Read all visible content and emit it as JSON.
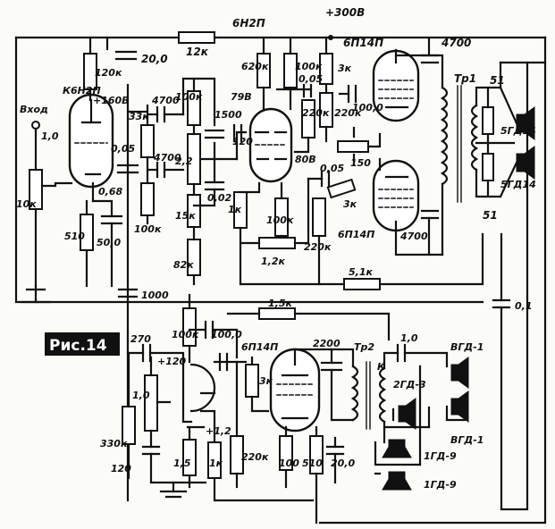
{
  "figure_label": "Рис.14",
  "supply_label": "+300В",
  "input_label": "Вход",
  "top_labels": {
    "r_feedback_top": "12к",
    "c_top_filter": "20,0",
    "tube_phase": "6Н2П",
    "tubes_out": "6П14П",
    "c_out_top": "4700",
    "transformer_1": "Тр1",
    "r_51_top": "51",
    "r_51_bottom": "51"
  },
  "left_block": {
    "tube_input": "К6Н2П",
    "r_plate": "120к",
    "v_plate": "+160В",
    "c_input": "1,0",
    "pot_input": "10к",
    "c_cathode": "0,05",
    "v_cathode": "0,68",
    "r_cathode": "510",
    "c_cathode_bypass": "50,0"
  },
  "tone_block": {
    "r_33k": "33к",
    "c_4700_a": "4700",
    "r_100k_a": "100к",
    "c_4700_b": "4700",
    "r_100k_b": "100к",
    "c_1500": "1500",
    "v_22": "2,2",
    "r_15k": "15к",
    "c_002": "0,02",
    "r_82k": "82к"
  },
  "phase_block": {
    "r_620k": "620к",
    "r_100k_plate": "100к",
    "c_005_a": "0,05",
    "v_79": "79В",
    "c_120": "120",
    "r_220k_mid": "220к",
    "v_80": "80В",
    "r_1k": "1к",
    "r_100k_cath": "100к",
    "r_12k": "1,2к",
    "c_005_b": "0,05",
    "r_3k_b": "3к",
    "r_220k_bot": "220к"
  },
  "output_block": {
    "r_3k_top": "3к",
    "r_220k_top": "220к",
    "c_100": "100,0",
    "r_150": "150",
    "tube_out_bottom": "6П14П",
    "c_out_bottom": "4700",
    "speaker_a": "5ГД14",
    "speaker_b": "5ГД14",
    "r_feedback_bottom": "5,1к",
    "c_coupling_1000": "1000",
    "c_right": "0,1"
  },
  "bottom_block": {
    "c_270": "270",
    "v_120": "+120",
    "r_330k": "330к",
    "pot_1": "1,0",
    "r_120": "120",
    "r_100k": "100к",
    "c_100": "100,0",
    "v_12": "+1,2",
    "r_15": "1,5",
    "r_1k": "1к",
    "r_feedback": "1,5к",
    "tube": "6П14П",
    "r_3k": "3к",
    "r_220k": "220к",
    "c_2200": "2200",
    "transformer_2": "Тр2",
    "k_label": "К",
    "c_10": "1,0",
    "r_100": "100",
    "r_510": "510",
    "c_200": "20,0",
    "speaker_vgd1_top": "ВГД-1",
    "speaker_vgd1_bottom": "ВГД-1",
    "speaker_2gd3": "2ГД-3",
    "speaker_1gd9_a": "1ГД-9",
    "speaker_1gd9_b": "1ГД-9"
  }
}
